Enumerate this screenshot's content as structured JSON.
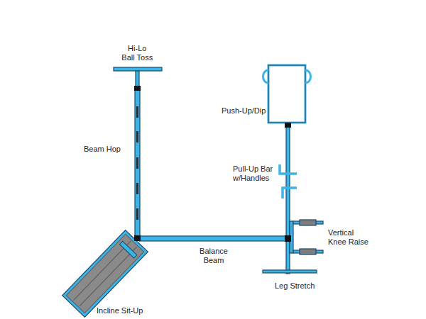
{
  "diagram": {
    "labels": [
      "Hi-Lo Ball Toss",
      "Beam Hop",
      "Push-Up/Dip",
      "Pull-Up Bar w/Handles",
      "Vertical Knee Raise",
      "Balance Beam",
      "Leg Stretch",
      "Incline Sit-Up"
    ]
  }
}
